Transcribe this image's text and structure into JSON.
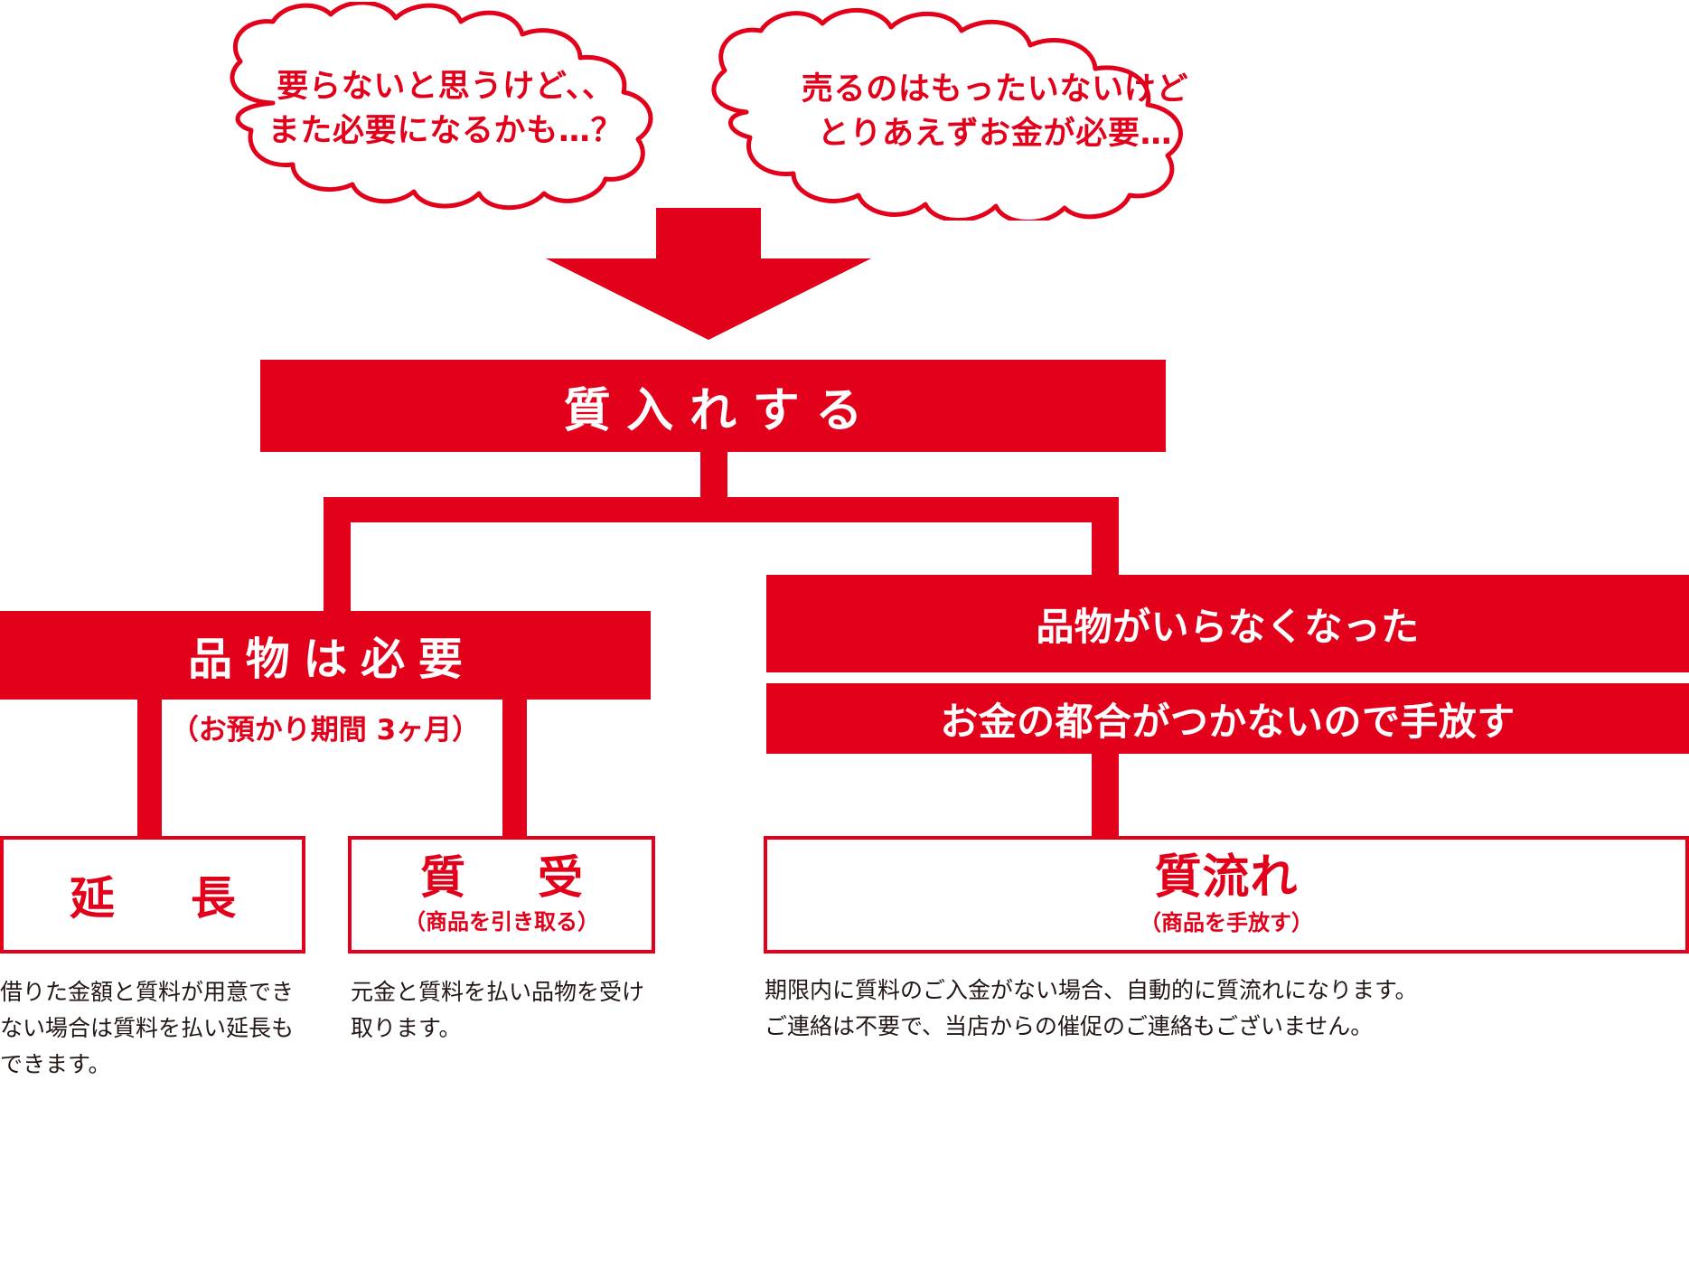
{
  "diagram": {
    "title_flow": "質入れの流れ",
    "accent_color": "#e3001b",
    "text_color": "#231815"
  },
  "thought_bubbles": [
    {
      "name": "bubble-keep",
      "lines": [
        "要らないと思うけど、、",
        "また必要になるかも…？"
      ]
    },
    {
      "name": "bubble-sell",
      "lines": [
        "売るのはもったいないけど",
        "とりあえずお金が必要…"
      ]
    }
  ],
  "arrow": {
    "name": "down-arrow",
    "direction": "down"
  },
  "main_banner": {
    "label": "質入れする"
  },
  "left_branch": {
    "banner": "品物は必要",
    "subtitle": "（お預かり期間 3ヶ月）",
    "options": [
      {
        "title": "延　長",
        "sub": "",
        "caption": "借りた金額と質料が用意できない場合は質料を払い延長もできます。"
      },
      {
        "title": "質　受",
        "sub": "（商品を引き取る）",
        "caption": "元金と質料を払い品物を受け取ります。"
      }
    ]
  },
  "right_branch": {
    "banners": [
      "品物がいらなくなった",
      "お金の都合がつかないので手放す"
    ],
    "option": {
      "title": "質流れ",
      "sub": "（商品を手放す）",
      "caption_lines": [
        "期限内に質料のご入金がない場合、自動的に質流れになります。",
        "ご連絡は不要で、当店からの催促のご連絡もございません。"
      ]
    }
  }
}
